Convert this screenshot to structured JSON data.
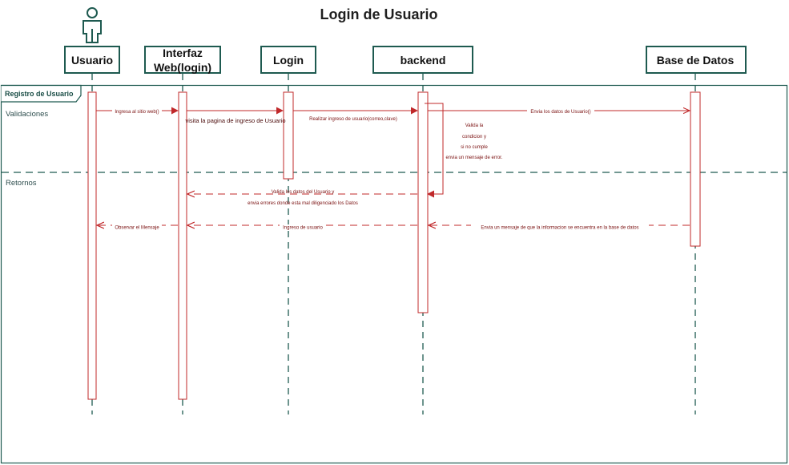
{
  "diagram": {
    "title": "Login de Usuario",
    "frame_label": "Registro de Usuario",
    "sections": {
      "validaciones": "Validaciones",
      "retornos": "Retornos"
    },
    "actor_icon": "person-icon",
    "participants": {
      "usuario": "Usuario",
      "interfaz_line1": "Interfaz",
      "interfaz_line2": "Web(login)",
      "login": "Login",
      "backend": "backend",
      "base_datos": "Base de Datos"
    },
    "messages": {
      "m1": "Ingresa al sitio web()",
      "m2": "visita la pagina de ingreso de Usuario",
      "m3": "Realizar ingreso de usuario(correo,clave)",
      "m4": "Envia los datos de Usuario()",
      "self_line1": "Valida la",
      "self_line2": "condicion y",
      "self_line3": "si no cumple",
      "self_line4": "envia un mensaje de error.",
      "r1_line1": "Valida los datos del Usuario y",
      "r1_line2": "envia errores donde esta mal diligenciado los Datos",
      "r2": "Envia un mensaje de que la informacion se encuentra en la base de datos",
      "r3": "Ingreso de usuario",
      "r4": "Observar el Mensaje"
    },
    "colors": {
      "box_border": "#1e5a50",
      "lifeline": "#1e5a50",
      "message": "#c0282a",
      "activation": "#c0282a",
      "frame": "#1e5a50"
    }
  }
}
